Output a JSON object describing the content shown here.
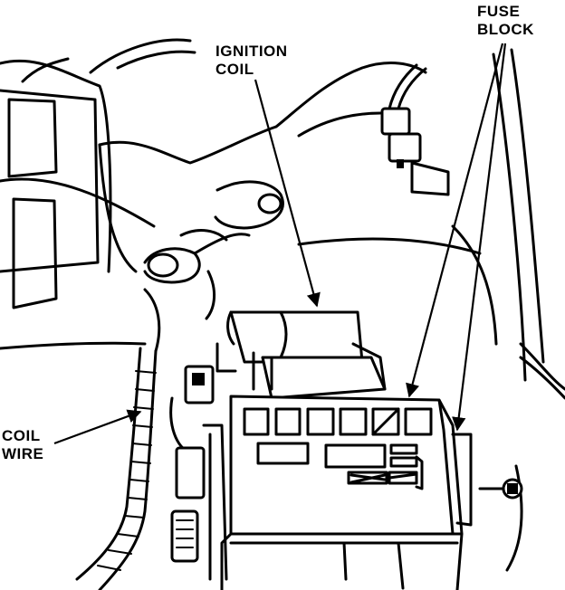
{
  "labels": {
    "ignition_coil_line1": "IGNITION",
    "ignition_coil_line2": "COIL",
    "fuse_block_line1": "FUSE",
    "fuse_block_line2": "BLOCK",
    "coil_wire_line1": "COIL",
    "coil_wire_line2": "WIRE"
  },
  "colors": {
    "ink": "#000000",
    "paper": "#ffffff"
  }
}
